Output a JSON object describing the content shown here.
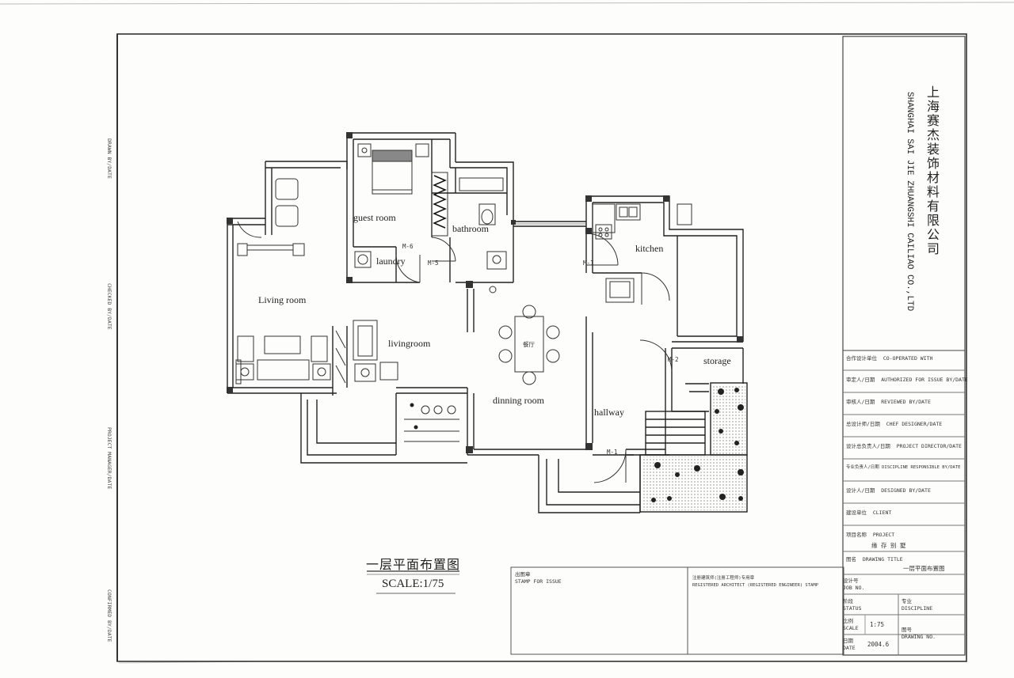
{
  "company": {
    "name_cn": "上海赛杰装饰材料有限公司",
    "name_en": "SHANGHAI SAI JIE ZHUANGSHI CAILIAO CO.,LTD"
  },
  "drawing": {
    "title_cn": "一层平面布置图",
    "scale": "SCALE:1/75"
  },
  "rooms": {
    "guest_room": "guest room",
    "bathroom": "bathroom",
    "laundry": "laundry",
    "kitchen": "kitchen",
    "living_room": "Living room",
    "livingroom": "livingroom",
    "dining_table": "餐厅",
    "storage": "storage",
    "dinning_room": "dinning room",
    "hallway": "hallway"
  },
  "door_tags": {
    "m6": "M-6",
    "m5": "M-5",
    "m1a": "M-1",
    "m2": "M-2",
    "m1b": "M-1"
  },
  "title_block": {
    "rows": [
      {
        "cn": "合作设计单位",
        "en": "CO-OPERATED WITH"
      },
      {
        "cn": "审定人/日期",
        "en": "AUTHORIZED FOR ISSUE BY/DATE"
      },
      {
        "cn": "审核人/日期",
        "en": "REVIEWED BY/DATE"
      },
      {
        "cn": "总设计师/日期",
        "en": "CHEF DESIGNER/DATE"
      },
      {
        "cn": "设计总负责人/日期",
        "en": "PROJECT DIRECTOR/DATE"
      },
      {
        "cn": "专业负责人/日期",
        "en": "DISCIPLINE RESPONSIBLE BY/DATE"
      },
      {
        "cn": "设计人/日期",
        "en": "DESIGNED BY/DATE"
      },
      {
        "cn": "建设单位",
        "en": "CLIENT"
      }
    ],
    "project": {
      "cn": "项目名称",
      "en": "PROJECT",
      "value": "缘 存 别 墅"
    },
    "drawing_title": {
      "cn": "图名",
      "en": "DRAWING TITLE",
      "value": "一层平面布置图"
    },
    "job_no": {
      "cn": "设计号",
      "en": "JOB NO."
    },
    "status": {
      "cn": "阶段",
      "en": "STATUS"
    },
    "discipline": {
      "cn": "专业",
      "en": "DISCIPLINE"
    },
    "scale": {
      "cn": "比例",
      "en": "SCALE",
      "value": "1:75"
    },
    "drawing_no": {
      "cn": "图号",
      "en": "DRAWING NO."
    },
    "date": {
      "cn": "日期",
      "en": "DATE",
      "value": "2004.6"
    }
  },
  "bottom_boxes": {
    "stamp": {
      "cn": "出图章",
      "en": "STAMP FOR ISSUE"
    },
    "architect": {
      "cn": "注册建筑师(注册工程师)专用章",
      "en": "REGISTERED ARCHITECT (REGISTERED ENGINEER) STAMP"
    }
  },
  "side_labels": [
    "DRAWN BY/DATE",
    "CHECKED BY/DATE",
    "PROJECT MANAGER/DATE",
    "CONFIRMED BY/DATE"
  ]
}
